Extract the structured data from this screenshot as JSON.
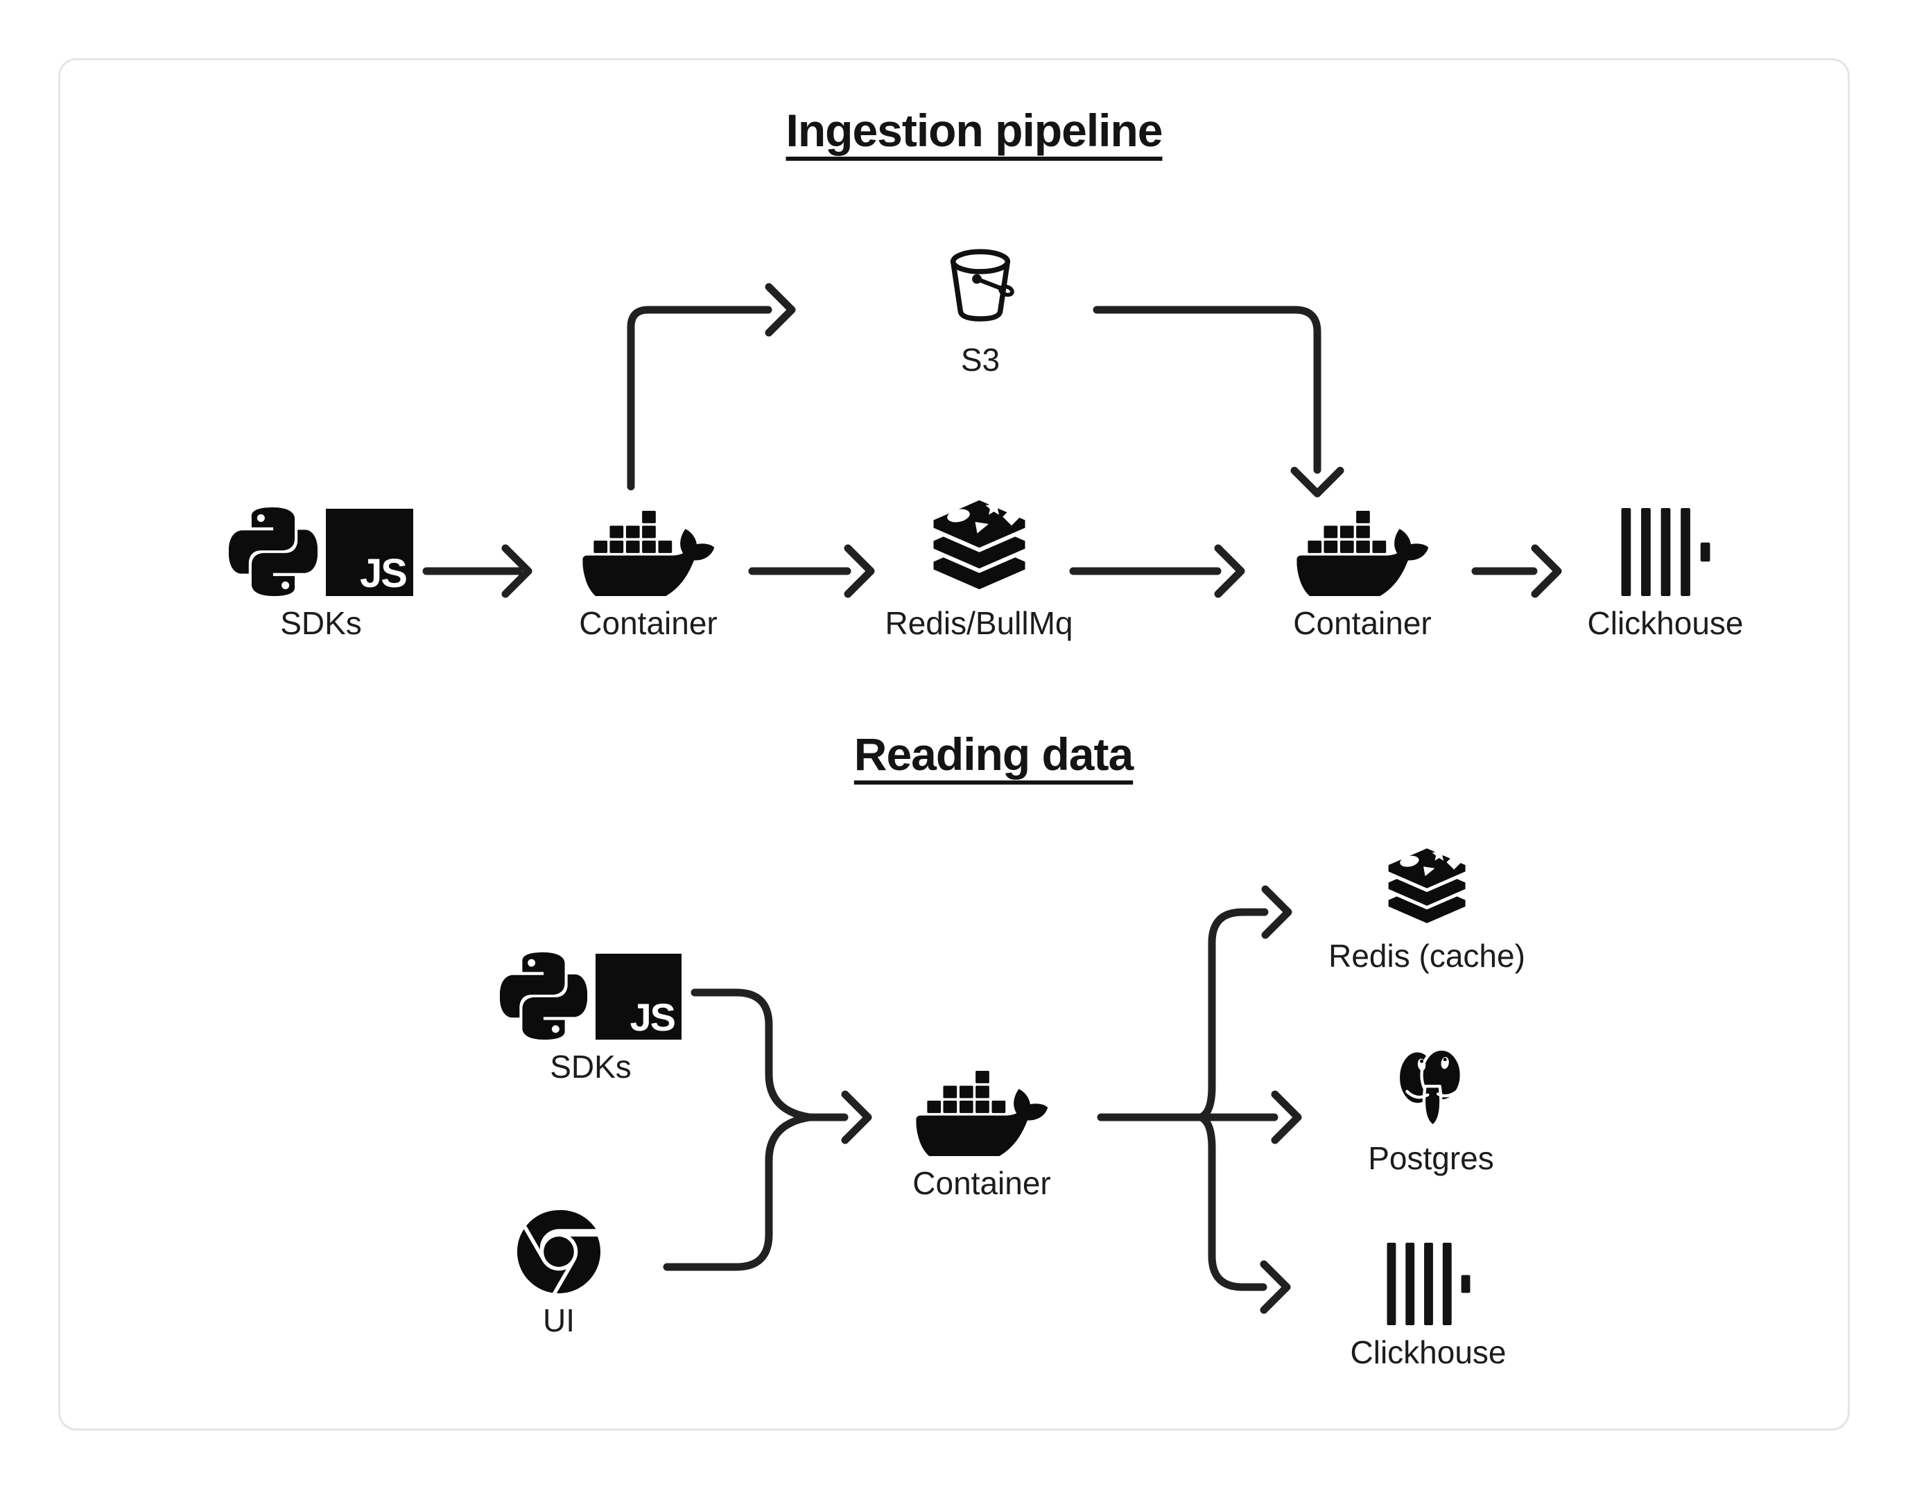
{
  "ingestion": {
    "title": "Ingestion pipeline",
    "nodes": {
      "sdks": {
        "label": "SDKs"
      },
      "s3": {
        "label": "S3"
      },
      "container_ingest": {
        "label": "Container"
      },
      "redis_queue": {
        "label": "Redis/BullMq"
      },
      "container_worker": {
        "label": "Container"
      },
      "clickhouse": {
        "label": "Clickhouse"
      }
    },
    "edges": [
      {
        "from": "SDKs",
        "to": "Container"
      },
      {
        "from": "Container",
        "to": "S3"
      },
      {
        "from": "Container",
        "to": "Redis/BullMq"
      },
      {
        "from": "Redis/BullMq",
        "to": "Container"
      },
      {
        "from": "S3",
        "to": "Container"
      },
      {
        "from": "Container",
        "to": "Clickhouse"
      }
    ]
  },
  "reading": {
    "title": "Reading data",
    "nodes": {
      "sdks": {
        "label": "SDKs"
      },
      "ui": {
        "label": "UI"
      },
      "container": {
        "label": "Container"
      },
      "redis_cache": {
        "label": "Redis (cache)"
      },
      "postgres": {
        "label": "Postgres"
      },
      "clickhouse": {
        "label": "Clickhouse"
      }
    },
    "edges": [
      {
        "from": "SDKs",
        "to": "Container"
      },
      {
        "from": "UI",
        "to": "Container"
      },
      {
        "from": "Container",
        "to": "Redis (cache)"
      },
      {
        "from": "Container",
        "to": "Postgres"
      },
      {
        "from": "Container",
        "to": "Clickhouse"
      }
    ]
  },
  "logos": {
    "js_text": "JS"
  },
  "colors": {
    "ink": "#141414",
    "line": "#212121",
    "card_border": "#e5e5e7",
    "background": "#ffffff"
  }
}
